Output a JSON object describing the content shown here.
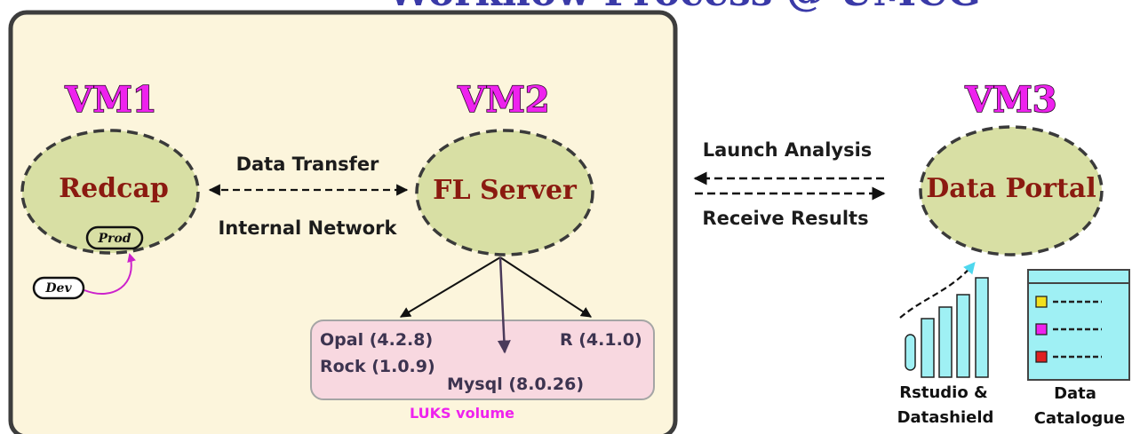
{
  "header": {
    "title": "Workflow Process @ UMCG"
  },
  "vms": [
    {
      "title": "VM1",
      "node": "Redcap"
    },
    {
      "title": "VM2",
      "node": "FL Server"
    },
    {
      "title": "VM3",
      "node": "Data Portal"
    }
  ],
  "redcap_envs": {
    "prod": "Prod",
    "dev": "Dev"
  },
  "internal_link": {
    "top": "Data Transfer",
    "bottom": "Internal Network"
  },
  "external_link": {
    "top": "Launch Analysis",
    "bottom": "Receive Results"
  },
  "storage": {
    "items": [
      "Opal (4.2.8)",
      "Rock (1.0.9)",
      "Mysql (8.0.26)",
      "R (4.1.0)"
    ],
    "volume_label": "LUKS volume"
  },
  "tools": {
    "rstudio": [
      "Rstudio &",
      "Datashield"
    ],
    "catalogue": [
      "Data",
      "Catalogue"
    ]
  },
  "colors": {
    "box_fill": "#fcf5dc",
    "node_fill": "#d8dfa4",
    "luks_fill": "#f8d8e0",
    "accent": "#ee22ee",
    "chart_fill": "#9ff0f4"
  }
}
